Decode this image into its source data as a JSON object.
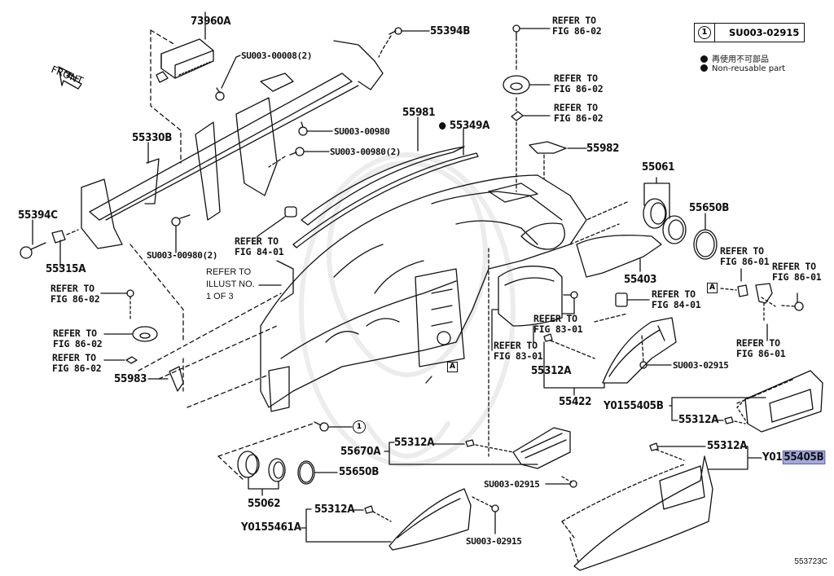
{
  "title": "Instrument panel parts diagram",
  "figure_number": "553723C",
  "legend": {
    "circle_marker": "1",
    "circle_part_no": "SU003-02915",
    "non_reusable_jp": "再使用不可部品",
    "non_reusable_en": "Non-reusable part"
  },
  "front_label": "FRONT",
  "section_marker": "A",
  "selected_text": "55405B",
  "parts": {
    "p73960A": "73960A",
    "p55394B": "55394B",
    "su00008": "SU003-00008(2)",
    "su00980": "SU003-00980",
    "su00980x2a": "SU003-00980(2)",
    "su00980x2b": "SU003-00980(2)",
    "p55330B": "55330B",
    "p55981": "55981",
    "p55349A": "55349A",
    "p55982": "55982",
    "p55061": "55061",
    "p55650B_top": "55650B",
    "p55394C": "55394C",
    "p55315A": "55315A",
    "p55403": "55403",
    "p55983": "55983",
    "p55312A_mid": "55312A",
    "p55422": "55422",
    "su02915_right": "SU003-02915",
    "y0155405B_top": "Y0155405B",
    "p55312A_r1": "55312A",
    "p55670A": "55670A",
    "p55312A_c1": "55312A",
    "p55312A_r2": "55312A",
    "y0155405B_bot_prefix": "Y01",
    "y0155405B_bot_sel": "55405B",
    "p55650B_bot": "55650B",
    "su02915_c1": "SU003-02915",
    "p55062": "55062",
    "p55312A_c2": "55312A",
    "y0155461A": "Y0155461A",
    "su02915_c2": "SU003-02915"
  },
  "refs": {
    "fig86_02": "REFER TO\nFIG 86-02",
    "fig84_01": "REFER TO\nFIG 84-01",
    "fig83_01": "REFER TO\nFIG 83-01",
    "fig86_01": "REFER TO\nFIG 86-01",
    "illust": "REFER TO\nILLUST NO.\n1 OF 3"
  }
}
